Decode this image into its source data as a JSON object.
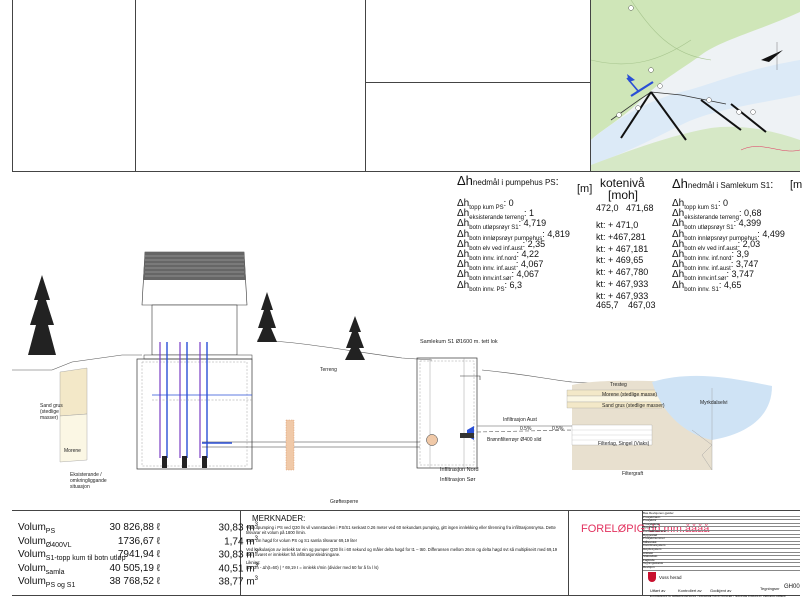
{
  "levels_left": {
    "title": "Δh",
    "title_sub": "nedmål i pumpehus PS",
    "unit": "[m]",
    "rows": [
      {
        "sub": "topp kum PS",
        "val": "0"
      },
      {
        "sub": "eksisterande terreng",
        "val": "1"
      },
      {
        "sub": "botn utløpsrøyr S1",
        "val": "4,719"
      },
      {
        "sub": "botn innløpsrøyr pumpehus",
        "val": "4,819"
      },
      {
        "sub": "botn elv ved inf.aust",
        "val": "2,35"
      },
      {
        "sub": "botn innv. inf.nord",
        "val": "4,22"
      },
      {
        "sub": "botn innv. inf.aust",
        "val": "4,067"
      },
      {
        "sub": "botn innv.inf.sør",
        "val": "4,067"
      },
      {
        "sub": "botn innv. PS",
        "val": "6,3"
      }
    ]
  },
  "levels_mid": {
    "title": "kotenivå",
    "unit": "[moh]",
    "top_a": "472,0",
    "top_b": "471,68",
    "rows": [
      "kt: + 471,0",
      "kt: +467,281",
      "kt: + 467,181",
      "kt: + 469,65",
      "kt: + 467,780",
      "kt: + 467,933",
      "kt: + 467,933"
    ],
    "bot_a": "465,7",
    "bot_b": "467,03"
  },
  "levels_right": {
    "title": "Δh",
    "title_sub": "nedmål i Samlekum S1",
    "unit": "[m",
    "rows": [
      {
        "sub": "topp kum S1",
        "val": "0"
      },
      {
        "sub": "eksisterande terreng",
        "val": "0,68"
      },
      {
        "sub": "botn utløpsrøyr S1",
        "val": "4,399"
      },
      {
        "sub": "botn innløpsrøyr pumpehus",
        "val": "4,499"
      },
      {
        "sub": "botn elv ved inf.aust",
        "val": "2,03"
      },
      {
        "sub": "botn innv. inf.nord",
        "val": "3,9"
      },
      {
        "sub": "botn innv. inf.aust",
        "val": "3,747"
      },
      {
        "sub": "botn innv.inf.sør",
        "val": "3,747"
      },
      {
        "sub": "botn innv. S1",
        "val": "4,65"
      }
    ]
  },
  "section_labels": {
    "samlekum": "Samlekum S1  Ø1600 m. tett lok",
    "terreng": "Terreng",
    "sand_grus_left": "Sand grus (stedlige masser)",
    "morene_left": "Morene",
    "eksisterande": "Eksisterande / omkringliggande situasjon",
    "groftesperre": "Grøftesperre",
    "infiltrasjon_nord": "Infiltrasjon Nord",
    "infiltrasjon_sor": "Infiltrasjon Sør",
    "infiltrasjon_aust": "Infiltrasjon Aust",
    "bronnfilterroyr": "Brønnfilterrøyr Ø400 slid",
    "tresteg": "Tresteg",
    "morene_right": "Morene (stedlige masse)",
    "sand_grus_right": "Sand grus (stedlige masser)",
    "filterlag": "Filterlag, Singel (Viaks)",
    "myrkdalselvi": "Myrkdalselvi",
    "filtergraft": "Filtergraft",
    "pct_a": "0.5%",
    "pct_b": "0.5%"
  },
  "volumes": [
    {
      "name": "Volum",
      "sub": "PS",
      "v1": "30 826,88 ℓ",
      "v2": "30,83 m",
      "sup": "3"
    },
    {
      "name": "Volum",
      "sub": "Ø400VL",
      "v1": "1736,67 ℓ",
      "v2": "1,74 m",
      "sup": "3"
    },
    {
      "name": "Volum",
      "sub": "S1-topp kum til botn utløp",
      "v1": "7941,94 ℓ",
      "v2": "30,83 m",
      "sup": "3"
    },
    {
      "name": "Volum",
      "sub": "samla",
      "v1": "40 505,19 ℓ",
      "v2": "40,51 m",
      "sup": "3"
    },
    {
      "name": "Volum",
      "sub": "PS og S1",
      "v1": "38 768,52 ℓ",
      "v2": "38,77 m",
      "sup": "3"
    }
  ],
  "notes": {
    "heading": "MERKNADER:",
    "p1": "Ved utpumping i PS ved Q30 l/s vil vannstanden i PS/S1 senkast 0.26 meter ved 60 sekundars pumping, gitt ingen innlekking eller tilrenning fra infiltrasjonsnyrsa. Dette tilsvarar eit volum på 1800 l/min.",
    "p2": "Kvar cm høgd for volum PS og S1 samla tilsvarar 69,19 liter",
    "p3": "Ved kalkulasjon av innlekk tar ein og pumper Q30 l/s i 60 sekund og måler delta høgd for t1 – t60. Differansen mellom 26cm og delta høgd svt så multipliseirt med 69,19 liter. Svaret er innlekket frå infiltrasjonsleidningane.",
    "p4": "Likning:",
    "p5": "(26 cm - Δh(t=60) ) * 69,19 ℓ = innlekk  ℓ/min (divider med 60 for å fa l /s)"
  },
  "stamp": "FORELØPIG dd.mm.åååå",
  "title_block": {
    "rows": [
      "Bas.Revisjonen gjelder",
      "Prosjektnavn",
      "Prosjektnr",
      "Prosjektleiar",
      "Byggherre",
      "Kontraktsnummer",
      "Byggestad",
      "Prosjektnummer",
      "Målestokk",
      "Koordinatsystem",
      "Høydesystem",
      "Arkitekt",
      "Statusdato",
      "Fagkode",
      "Tegningsstatus",
      "Revisjon"
    ],
    "utfort": "Utført av",
    "kontrollert": "Kontrollert av",
    "godkjent": "Godkjent av",
    "tegningsnr_label": "Tegningsnr",
    "tegningsnr": "GH00",
    "municipality": "Voss herad",
    "footer": "E-FORESKRIFTA. ARBEIDSVARSLING / SIKKERHETSKONTROLLER / TEKNISKE FORHOLD / VEDLEGG ARBEID"
  },
  "colors": {
    "stamp": "#e2315e",
    "water": "#cfe3f5",
    "map_green": "#cfe6b8",
    "map_river": "#dceaf7",
    "pipe_blue": "#2a4fd6",
    "purple": "#7a3cc4",
    "sand": "#f3e8c8",
    "morene": "#fbf7e4",
    "filter": "#e8e0cf",
    "groft": "#f0c9a8"
  }
}
